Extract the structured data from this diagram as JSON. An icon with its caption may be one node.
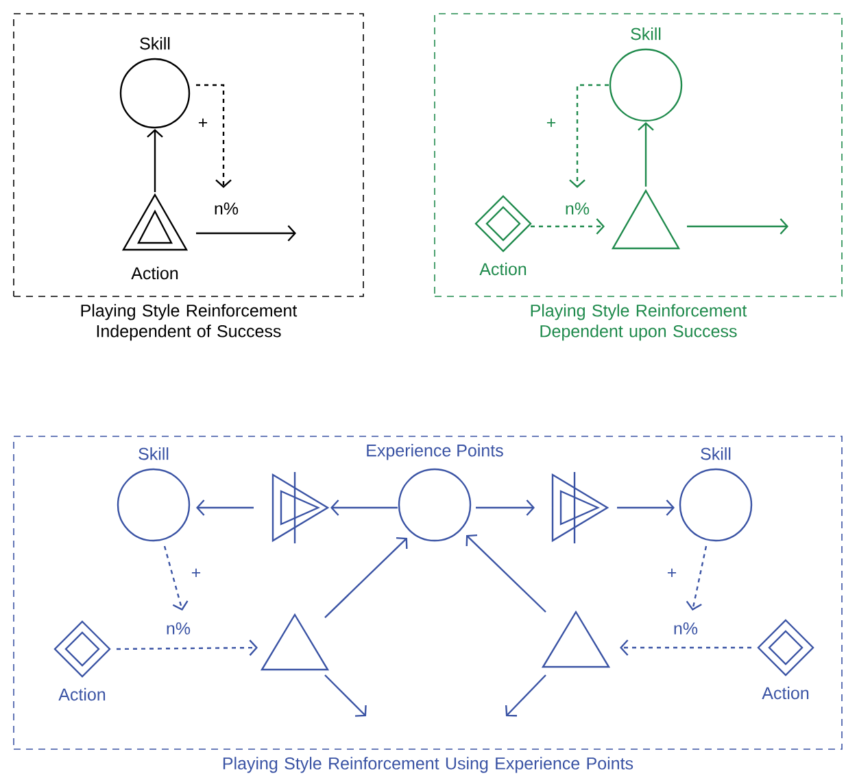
{
  "diagram": {
    "nodes": [
      {
        "text": [
          "Playing Style Reinforcement Independent of Success"
        ]
      },
      {
        "text": [
          "Skill"
        ],
        "in": 0
      },
      {
        "text": [
          "Action"
        ],
        "in": 0
      },
      {
        "text": [
          "Playing Style Reinforcement Dependent upon Success"
        ]
      },
      {
        "text": [
          "Skill"
        ],
        "in": 3
      },
      {
        "text": [
          "Action"
        ],
        "in": 3
      },
      {
        "text": [],
        "shape": "triangle",
        "in": 3
      },
      {
        "text": [
          "Playing Style Reinforcement Using Experience Points"
        ]
      },
      {
        "text": [
          "Skill"
        ],
        "in": 7
      },
      {
        "text": [],
        "shape": "triangle",
        "in": 7
      },
      {
        "text": [
          "Experience Points"
        ],
        "in": 7
      },
      {
        "text": [],
        "shape": "triangle",
        "in": 7
      },
      {
        "text": [
          "Skill"
        ],
        "in": 7
      },
      {
        "text": [
          "Action"
        ],
        "in": 7
      },
      {
        "text": [],
        "shape": "triangle",
        "in": 7
      },
      {
        "text": [],
        "shape": "triangle",
        "in": 7
      },
      {
        "text": [
          "Action"
        ],
        "in": 7
      }
    ],
    "edges": [
      {
        "from": 2,
        "to": 1,
        "arrow": "to",
        "color": "#000000"
      },
      {
        "from": 1,
        "to": null,
        "arrow": "to",
        "label": "+",
        "style": "dashed",
        "color": "#000000"
      },
      {
        "from": 2,
        "to": null,
        "arrow": "to",
        "label": "n%",
        "color": "#000000"
      },
      {
        "from": 6,
        "to": 4,
        "arrow": "to",
        "color": "#1f8a4c"
      },
      {
        "from": 4,
        "to": null,
        "arrow": "to",
        "label": "+",
        "style": "dashed",
        "color": "#1f8a4c"
      },
      {
        "from": 5,
        "to": 6,
        "arrow": "to",
        "label": "n%",
        "style": "dashed",
        "color": "#1f8a4c"
      },
      {
        "from": 6,
        "to": null,
        "arrow": "to",
        "color": "#1f8a4c"
      },
      {
        "from": 10,
        "to": 9,
        "arrow": "to"
      },
      {
        "from": 9,
        "to": 8,
        "arrow": "to"
      },
      {
        "from": 10,
        "to": 11,
        "arrow": "to"
      },
      {
        "from": 11,
        "to": 12,
        "arrow": "to"
      },
      {
        "from": 14,
        "to": 10,
        "arrow": "to"
      },
      {
        "from": 15,
        "to": 10,
        "arrow": "to"
      },
      {
        "from": 14,
        "to": null,
        "arrow": "to"
      },
      {
        "from": 15,
        "to": null,
        "arrow": "to"
      },
      {
        "from": 8,
        "to": null,
        "arrow": "to",
        "label": "+",
        "style": "dashed"
      },
      {
        "from": 12,
        "to": null,
        "arrow": "to",
        "label": "+",
        "style": "dashed"
      },
      {
        "from": 13,
        "to": 14,
        "arrow": "to",
        "label": "n%",
        "style": "dashed"
      },
      {
        "from": 16,
        "to": 15,
        "arrow": "to",
        "label": "n%",
        "style": "dashed"
      }
    ]
  }
}
